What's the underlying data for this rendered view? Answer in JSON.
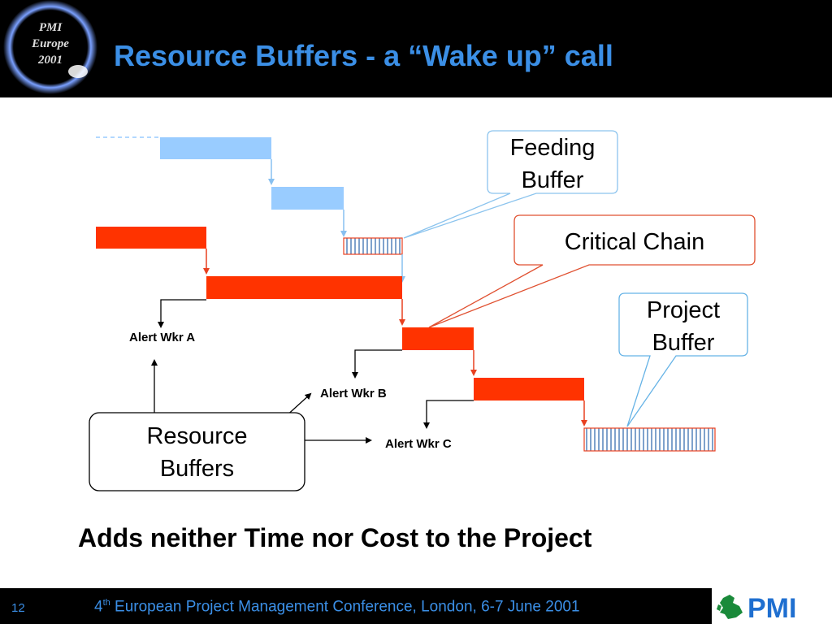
{
  "logo": {
    "line1": "PMI",
    "line2": "Europe",
    "line3": "2001"
  },
  "title": "Resource Buffers - a “Wake up” call",
  "callouts": {
    "feeding_buffer_line1": "Feeding",
    "feeding_buffer_line2": "Buffer",
    "critical_chain": "Critical Chain",
    "project_buffer_line1": "Project",
    "project_buffer_line2": "Buffer",
    "resource_buffers_line1": "Resource",
    "resource_buffers_line2": "Buffers"
  },
  "alerts": {
    "a": "Alert Wkr A",
    "b": "Alert Wkr B",
    "c": "Alert Wkr C"
  },
  "tagline": "Adds neither Time nor Cost to the Project",
  "footer": {
    "page_number": "12",
    "conf_ordinal": "4",
    "conf_ordinal_suffix": "th",
    "conf_text": " European Project Management Conference, London, 6-7 June 2001",
    "pmi_logo_text": "PMI"
  },
  "colors": {
    "title_blue": "#3b8fe6",
    "critical_chain_red": "#ff3300",
    "feeding_chain_blue": "#99ccff",
    "callout_blue_border": "#66b3e6",
    "callout_red_border": "#e04020"
  }
}
